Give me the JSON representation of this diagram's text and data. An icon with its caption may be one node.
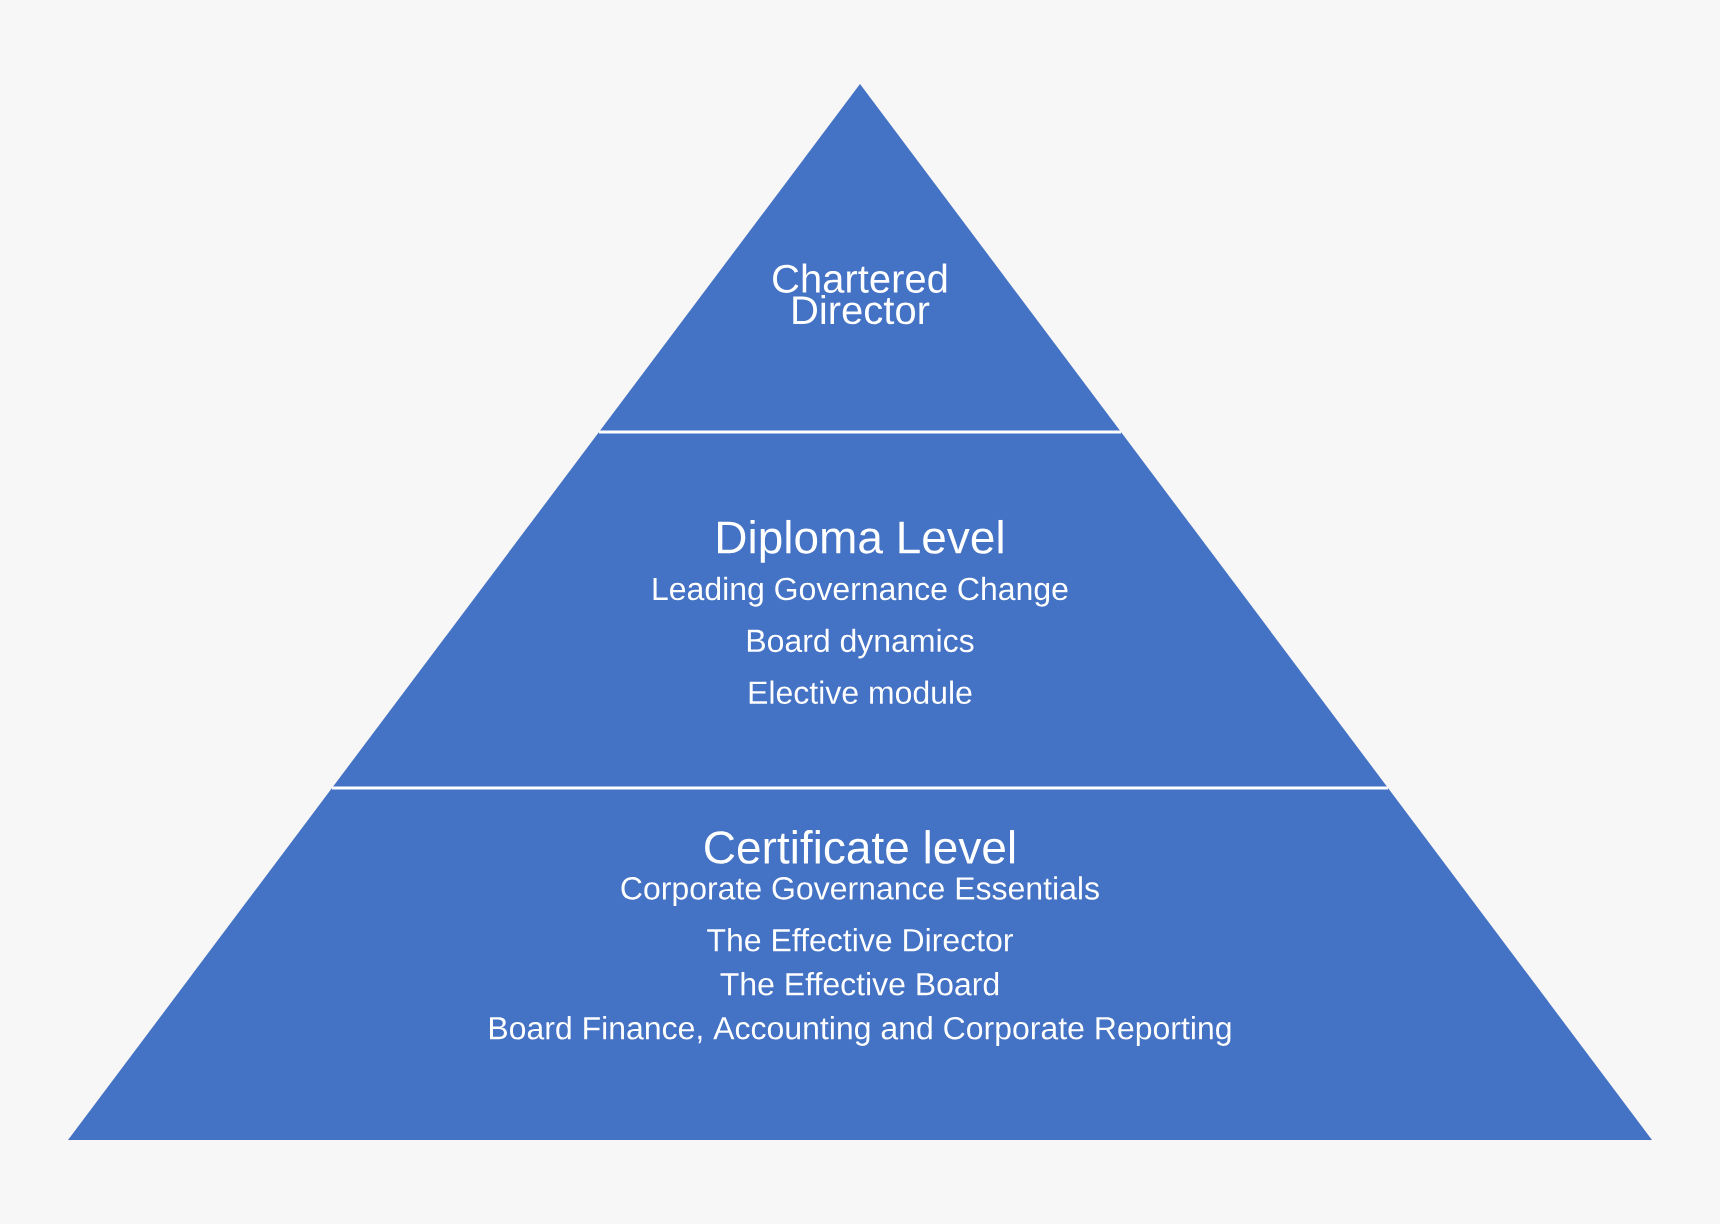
{
  "diagram": {
    "nodes": [
      {
        "text": [
          "Chartered Director"
        ]
      },
      {
        "text": [
          "Diploma Level",
          "Leading Governance Change",
          "Board dynamics",
          "Elective module"
        ]
      },
      {
        "text": [
          "Certificate level",
          "Corporate Governance Essentials",
          "The Effective Director",
          "The Effective Board",
          "Board Finance, Accounting and Corporate Reporting"
        ]
      }
    ]
  }
}
